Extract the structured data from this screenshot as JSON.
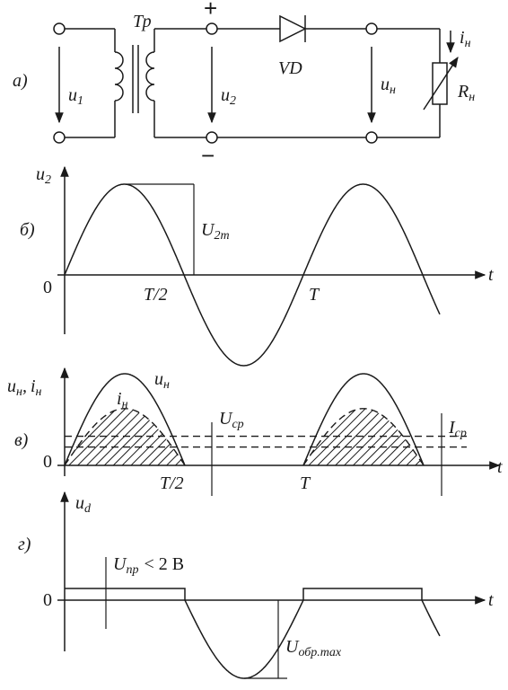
{
  "circuit": {
    "part_label": "а)",
    "transformer": "Тр",
    "u1": "u",
    "u1_sub": "1",
    "u2": "u",
    "u2_sub": "2",
    "diode": "VD",
    "un": "u",
    "un_sub": "н",
    "in": "i",
    "in_sub": "н",
    "rn": "R",
    "rn_sub": "н",
    "plus": "+",
    "minus": "−"
  },
  "plot_b": {
    "part_label": "б)",
    "ylabel": "u",
    "ylabel_sub": "2",
    "amp": "U",
    "amp_sub": "2m",
    "origin": "0",
    "half_period": "T/2",
    "period": "T",
    "taxis": "t"
  },
  "plot_v": {
    "part_label": "в)",
    "ylabel_u": "u",
    "ylabel_u_sub": "н",
    "comma": ",",
    "ylabel_i": "i",
    "ylabel_i_sub": "н",
    "curve_u": "u",
    "curve_u_sub": "н",
    "curve_i": "i",
    "curve_i_sub": "н",
    "avg_u": "U",
    "avg_u_sub": "ср",
    "avg_i": "I",
    "avg_i_sub": "ср",
    "origin": "0",
    "half_period": "T/2",
    "period": "T",
    "taxis": "t"
  },
  "plot_g": {
    "part_label": "г)",
    "ylabel": "u",
    "ylabel_sub": "d",
    "forward": "U",
    "forward_sub": "пр",
    "forward_cond": "< 2 В",
    "reverse": "U",
    "reverse_sub": "обр.max",
    "origin": "0",
    "taxis": "t"
  },
  "chart_data": [
    {
      "type": "line",
      "title": "",
      "ylabel": "u2",
      "xlabel": "t",
      "x_ticks": [
        "T/2",
        "T"
      ],
      "series": [
        {
          "shape": "sinusoid",
          "amplitude": "U2m",
          "periods": 1.6
        }
      ]
    },
    {
      "type": "area",
      "title": "",
      "ylabel": "uн, iн",
      "xlabel": "t",
      "x_ticks": [
        "T/2",
        "T"
      ],
      "series": [
        {
          "name": "uн",
          "shape": "half-wave rectified sinusoid",
          "amplitude": 1.0
        },
        {
          "name": "iн",
          "shape": "half-wave rectified sinusoid (dashed, hatched)",
          "amplitude": 0.62
        }
      ],
      "levels": [
        {
          "name": "Uср",
          "value": 0.318
        },
        {
          "name": "Iср",
          "value": 0.2
        }
      ]
    },
    {
      "type": "line",
      "title": "",
      "ylabel": "ud",
      "xlabel": "t",
      "series": [
        {
          "shape": "diode voltage: small forward drop, negative half-wave reverse",
          "forward_drop": "Uпр < 2 В",
          "reverse_peak": "Uобр.max"
        }
      ]
    }
  ]
}
